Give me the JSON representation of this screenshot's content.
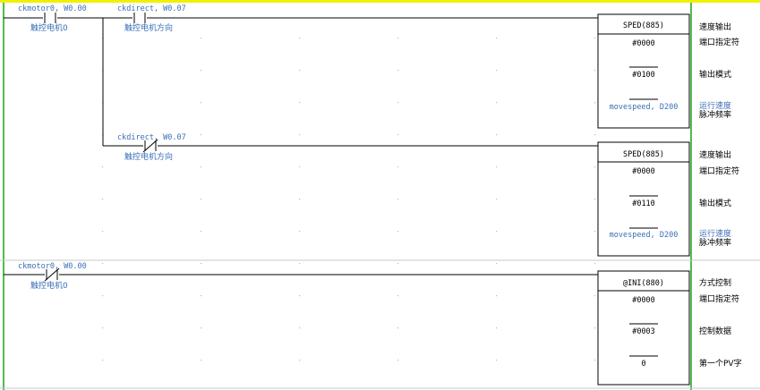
{
  "colors": {
    "rail": "#1aa21a",
    "top_bar": "#f0f000",
    "address": "#3b6fb6",
    "separator": "#c8c8c8"
  },
  "rungs": [
    {
      "contacts": [
        {
          "address": "ckmotor0, W0.00",
          "comment": "触控电机0",
          "type": "NO"
        },
        {
          "address": "ckdirect, W0.07",
          "comment": "触控电机方向",
          "type": "NO"
        }
      ],
      "box": {
        "title": "SPED(885)",
        "operands": [
          "#0000",
          "#0100",
          "movespeed, D200"
        ],
        "comments": [
          "速度输出",
          "端口指定符",
          "输出模式",
          "运行速度",
          "脉冲频率"
        ]
      }
    },
    {
      "contacts": [
        {
          "address": "ckdirect, W0.07",
          "comment": "触控电机方向",
          "type": "NC"
        }
      ],
      "box": {
        "title": "SPED(885)",
        "operands": [
          "#0000",
          "#0110",
          "movespeed, D200"
        ],
        "comments": [
          "速度输出",
          "端口指定符",
          "输出模式",
          "运行速度",
          "脉冲频率"
        ]
      }
    },
    {
      "contacts": [
        {
          "address": "ckmotor0, W0.00",
          "comment": "触控电机0",
          "type": "NC"
        }
      ],
      "box": {
        "title": "@INI(880)",
        "operands": [
          "#0000",
          "#0003",
          "0"
        ],
        "comments": [
          "方式控制",
          "端口指定符",
          "控制数据",
          "第一个PV字"
        ]
      }
    }
  ]
}
